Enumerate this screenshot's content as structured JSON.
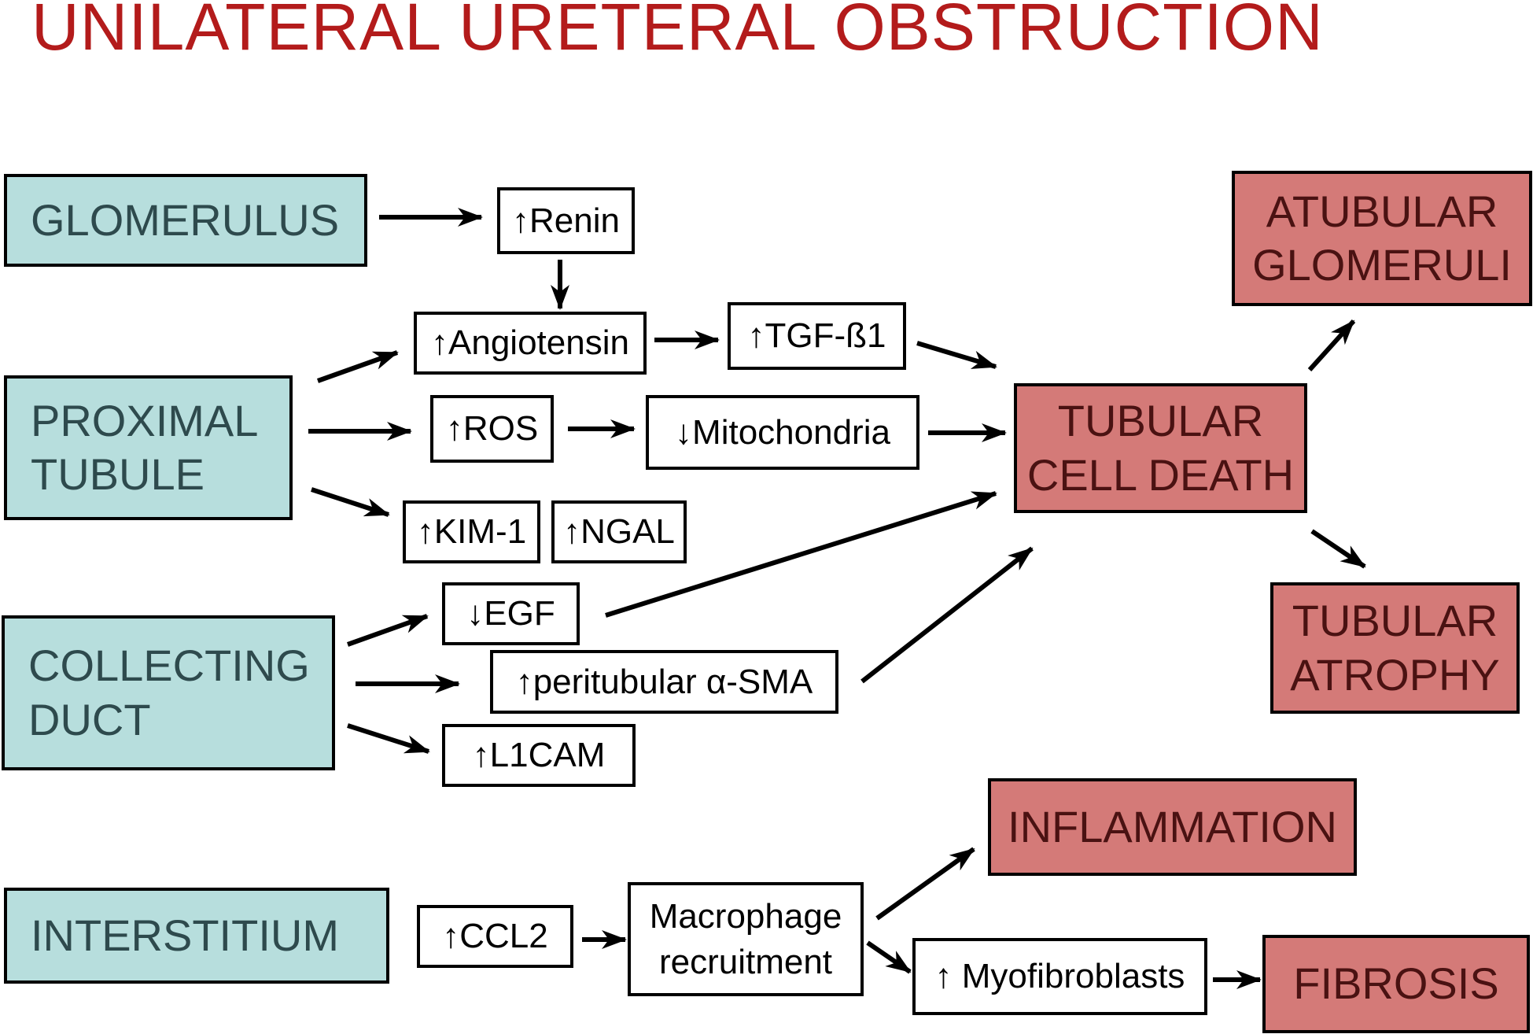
{
  "title": "UNILATERAL URETERAL OBSTRUCTION",
  "sources": {
    "glomerulus": "GLOMERULUS",
    "proximal_tubule": [
      "PROXIMAL",
      "TUBULE"
    ],
    "collecting_duct": [
      "COLLECTING",
      "DUCT"
    ],
    "interstitium": "INTERSTITIUM"
  },
  "mediators": {
    "renin": "↑Renin",
    "angiotensin": "↑Angiotensin",
    "tgf_b1": "↑TGF-ß1",
    "ros": "↑ROS",
    "mitochondria": "↓Mitochondria",
    "kim1": "↑KIM-1",
    "ngal": "↑NGAL",
    "egf": "↓EGF",
    "alpha_sma": "↑peritubular α-SMA",
    "l1cam": "↑L1CAM",
    "ccl2": "↑CCL2",
    "macrophage": [
      "Macrophage",
      "recruitment"
    ],
    "myofibroblasts": "↑ Myofibroblasts"
  },
  "outcomes": {
    "atubular_glomeruli": [
      "ATUBULAR",
      "GLOMERULI"
    ],
    "tubular_cell_death": [
      "TUBULAR",
      "CELL DEATH"
    ],
    "tubular_atrophy": [
      "TUBULAR",
      "ATROPHY"
    ],
    "inflammation": "INFLAMMATION",
    "fibrosis": "FIBROSIS"
  },
  "colors": {
    "title": "#b31b1b",
    "source_fill": "#b7dedd",
    "source_text": "#2e4a4d",
    "outcome_fill": "#d47a78",
    "outcome_text": "#4a1212",
    "arrow": "#000000"
  }
}
